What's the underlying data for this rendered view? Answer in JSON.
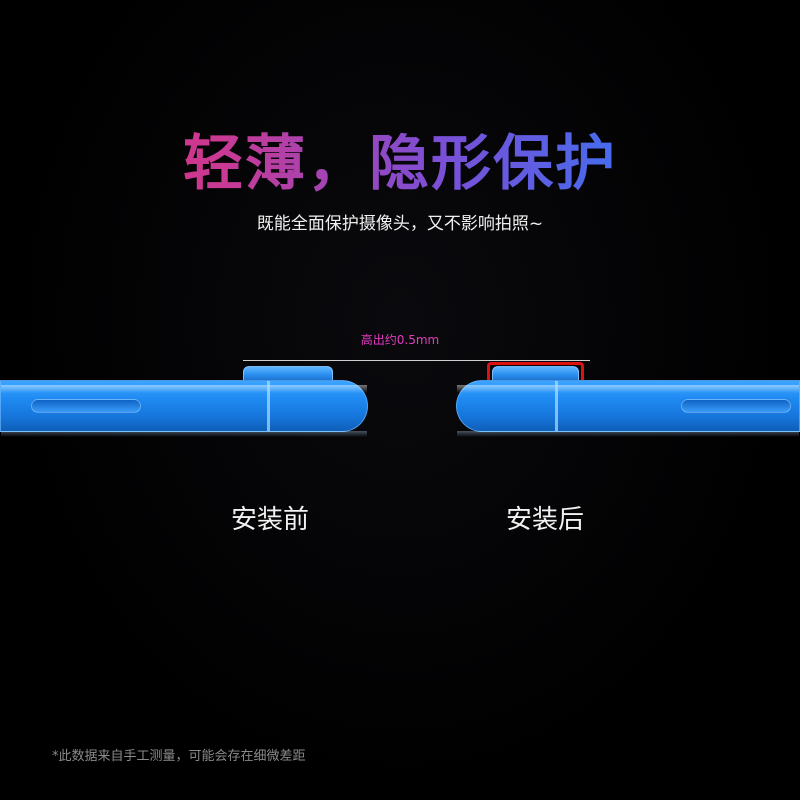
{
  "headline": "轻薄，隐形保护",
  "subheadline": "既能全面保护摄像头，又不影响拍照~",
  "measurement": {
    "label": "高出约0.5mm"
  },
  "comparison": {
    "before_label": "安装前",
    "after_label": "安装后"
  },
  "disclaimer": "*此数据来自手工测量，可能会存在细微差距",
  "colors": {
    "background": "#000000",
    "headline_gradient_start": "#e8256b",
    "headline_gradient_end": "#2c86ff",
    "phone_body": "#1f8bf2",
    "protector_highlight": "#e01010",
    "measure_label": "#e43cc0"
  }
}
